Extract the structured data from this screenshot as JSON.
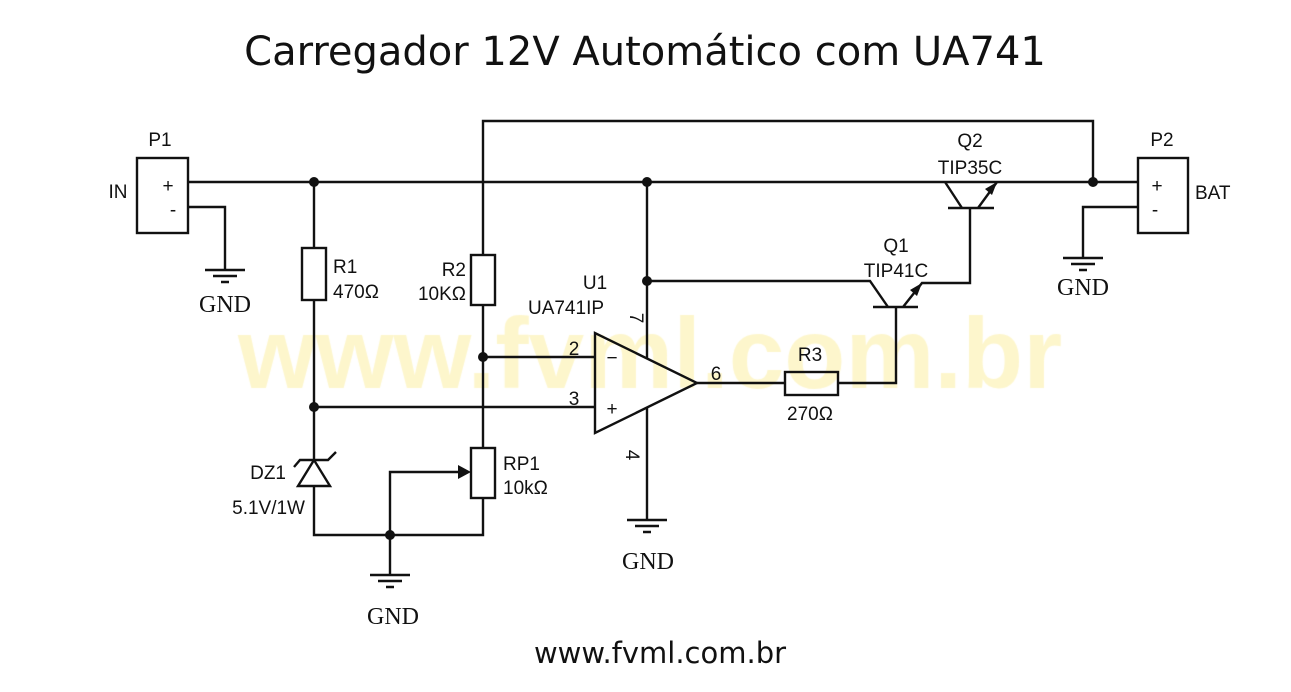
{
  "title": "Carregador 12V Automático com UA741",
  "watermark": "www.fvml.com.br",
  "footer": "www.fvml.com.br",
  "colors": {
    "watermark": "#fdf6cc",
    "ink": "#111111"
  },
  "components": {
    "p1": {
      "ref": "P1",
      "net": "IN",
      "plus": "+",
      "minus": "-"
    },
    "p2": {
      "ref": "P2",
      "net": "BAT",
      "plus": "+",
      "minus": "-"
    },
    "r1": {
      "ref": "R1",
      "value": "470Ω"
    },
    "r2": {
      "ref": "R2",
      "value": "10KΩ"
    },
    "r3": {
      "ref": "R3",
      "value": "270Ω"
    },
    "rp1": {
      "ref": "RP1",
      "value": "10kΩ"
    },
    "dz1": {
      "ref": "DZ1",
      "value": "5.1V/1W"
    },
    "u1": {
      "ref": "U1",
      "value": "UA741IP",
      "pin2": "2",
      "pin3": "3",
      "pin4": "4",
      "pin6": "6",
      "pin7": "7",
      "minus": "−",
      "plus": "+"
    },
    "q1": {
      "ref": "Q1",
      "value": "TIP41C"
    },
    "q2": {
      "ref": "Q2",
      "value": "TIP35C"
    }
  },
  "gnd": "GND"
}
